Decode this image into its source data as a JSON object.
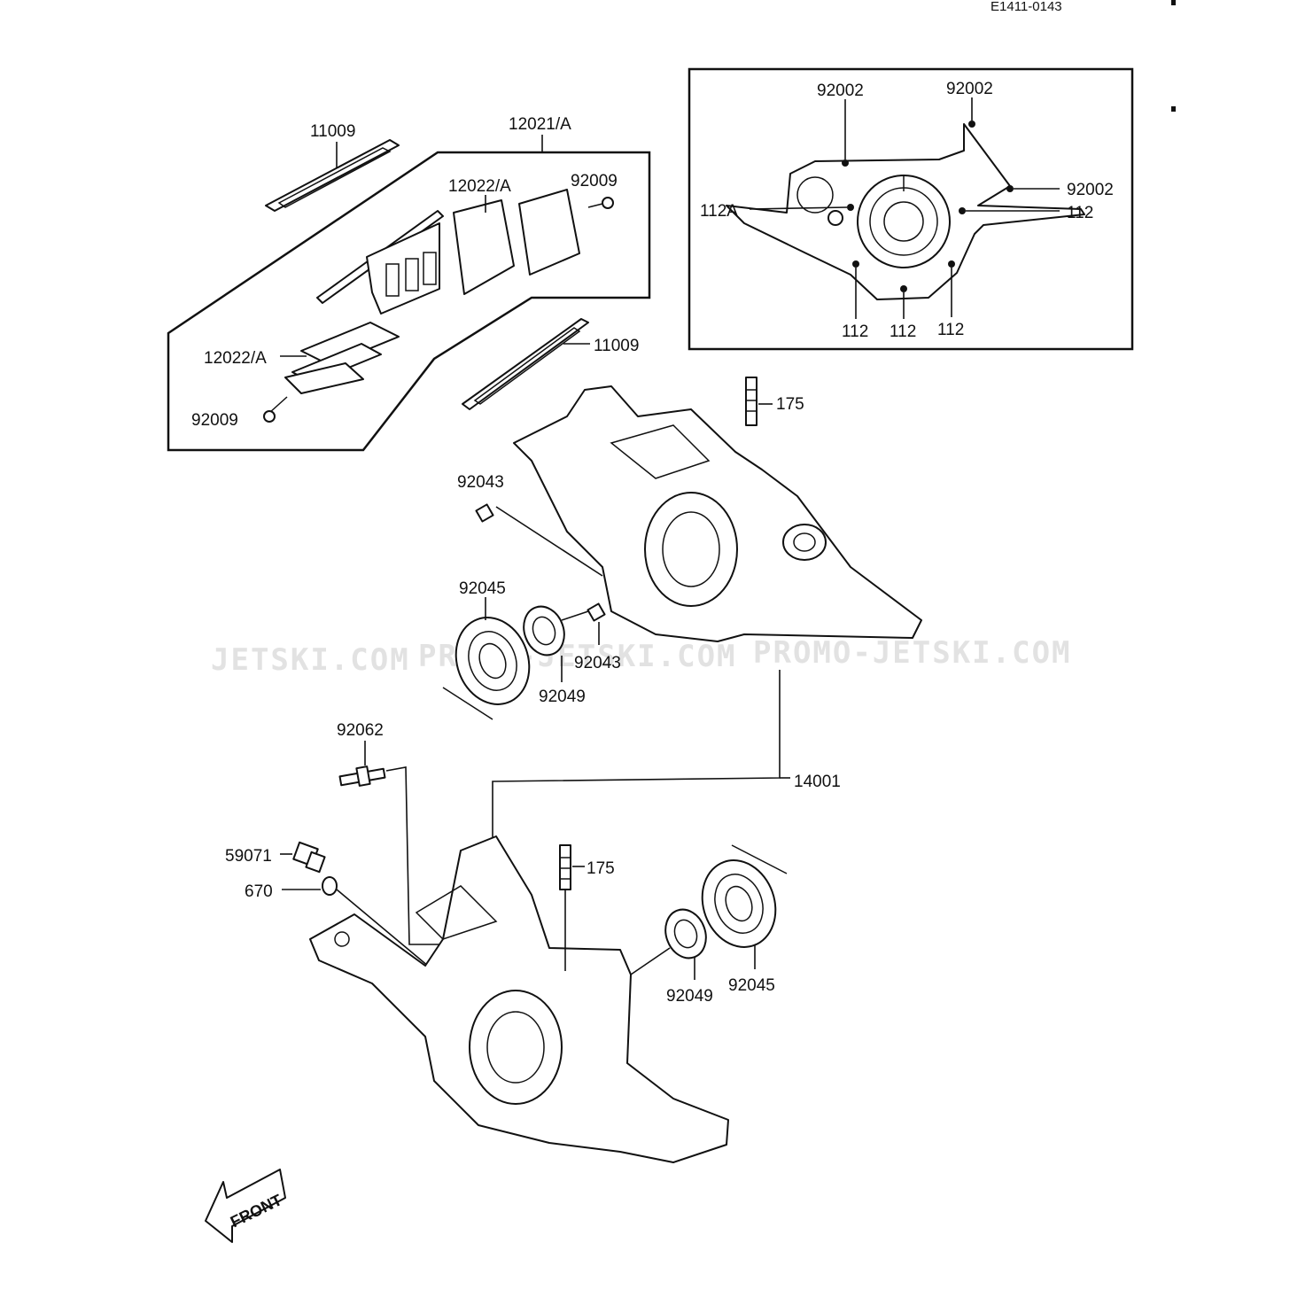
{
  "document_code": "E1411-0143",
  "watermarks": [
    "JETSKI.COM",
    "PROMO-JETSKI.COM",
    "PROMO-JETSKI.COM"
  ],
  "front_label": "FRONT",
  "labels": {
    "gasket_top": "11009",
    "reed_assembly": "12021/A",
    "reed_valve_top": "12022/A",
    "screw_top": "92009",
    "reed_valve_left": "12022/A",
    "screw_left": "92009",
    "gasket_mid": "11009",
    "stud_top": "175",
    "dowel_pin_top": "92043",
    "bearing_top": "92045",
    "oil_seal_top": "92049",
    "dowel_pin_mid": "92043",
    "drain_screw": "92062",
    "crankcase": "14001",
    "fitting": "59071",
    "washer": "670",
    "stud_bottom": "175",
    "oil_seal_bottom": "92049",
    "bearing_bottom": "92045"
  },
  "inset": {
    "labels": {
      "pin_a": "92002",
      "pin_b": "92002",
      "pin_c": "92002",
      "bolt_a": "112A",
      "bolt_r": "112",
      "bolt_b1": "112",
      "bolt_b2": "112",
      "bolt_b3": "112"
    }
  }
}
